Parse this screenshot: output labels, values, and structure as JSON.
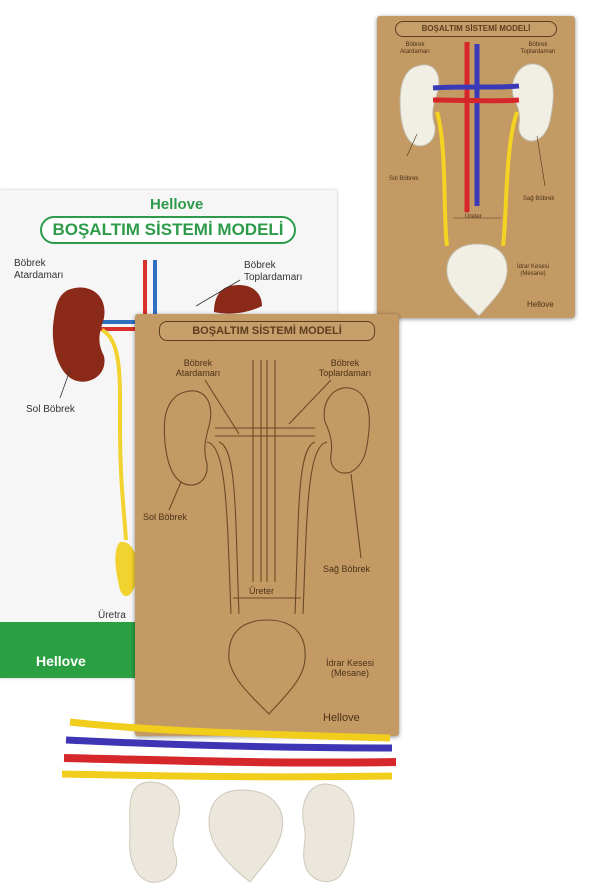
{
  "poster": {
    "brand": "Hellove",
    "title": "BOŞALTIM SİSTEMİ MODELİ",
    "label_artery": "Böbrek Atardamarı",
    "label_vein": "Böbrek Toplardamarı",
    "label_left_kidney": "Sol Böbrek",
    "label_ureter": "Üretra",
    "footer_brand": "Hellove",
    "colors": {
      "green": "#2e9b4a",
      "kidney": "#8b2a18",
      "ureter": "#f2d22e",
      "artery": "#d8312a",
      "vein": "#2f6fc0"
    }
  },
  "small_board": {
    "title": "BOŞALTIM SİSTEMİ MODELİ",
    "label_artery": "Böbrek Atardamarı",
    "label_vein": "Böbrek Toplardamarı",
    "label_left_kidney": "Sol Böbrek",
    "label_right_kidney": "Sağ Böbrek",
    "label_ureter": "Üreter",
    "label_bladder": "İdrar Kesesi (Mesane)",
    "brand": "Hellove",
    "cords": [
      "red",
      "blue",
      "yellow"
    ]
  },
  "large_board": {
    "title": "BOŞALTIM SİSTEMİ MODELİ",
    "label_artery": "Böbrek Atardamarı",
    "label_vein": "Böbrek Toplardamarı",
    "label_left_kidney": "Sol Böbrek",
    "label_right_kidney": "Sağ Böbrek",
    "label_ureter": "Üreter",
    "label_bladder": "İdrar Kesesi (Mesane)",
    "brand": "Hellove"
  },
  "loose_parts": {
    "cords": [
      "yellow",
      "blue",
      "red",
      "yellow"
    ],
    "pieces": [
      "kidney",
      "bladder",
      "kidney"
    ]
  }
}
